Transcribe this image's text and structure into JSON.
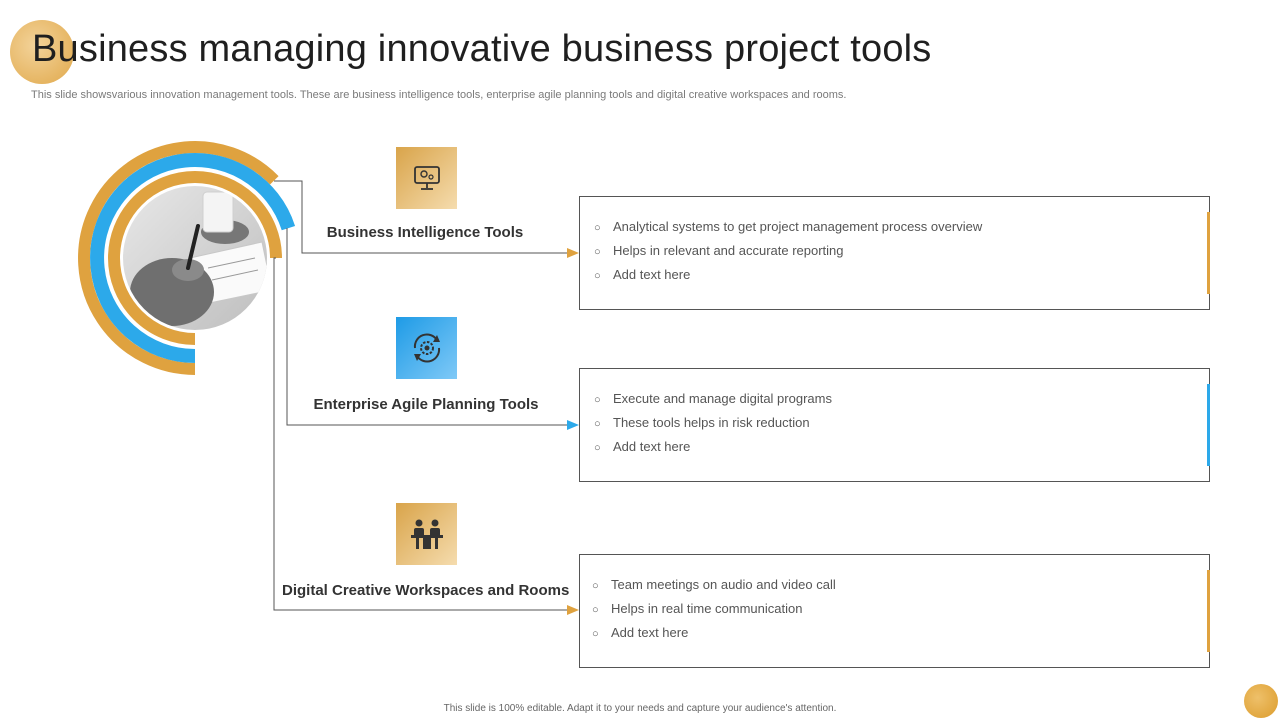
{
  "slide": {
    "title": "Business managing innovative business project tools",
    "subtitle": "This slide showsvarious innovation management tools. These are business intelligence tools, enterprise agile planning tools and digital creative workspaces and rooms.",
    "footer": "This slide is 100% editable.  Adapt it to your needs and capture your audience's attention."
  },
  "colors": {
    "gold": "#DFA23F",
    "blue": "#2CA9EA",
    "text": "#333333"
  },
  "tools": [
    {
      "label": "Business Intelligence Tools",
      "icon": "monitor-gears-icon",
      "bullets": [
        "Analytical systems to get project management  process overview",
        "Helps in relevant  and accurate reporting",
        "Add text here"
      ]
    },
    {
      "label": "Enterprise Agile Planning Tools",
      "icon": "cycle-gear-icon",
      "bullets": [
        "Execute and manage digital programs",
        "These tools helps in risk reduction",
        "Add text here"
      ]
    },
    {
      "label": "Digital Creative Workspaces and Rooms",
      "icon": "meeting-table-icon",
      "bullets": [
        "Team  meetings on audio and video  call",
        "Helps in real time communication",
        "Add text here"
      ]
    }
  ]
}
